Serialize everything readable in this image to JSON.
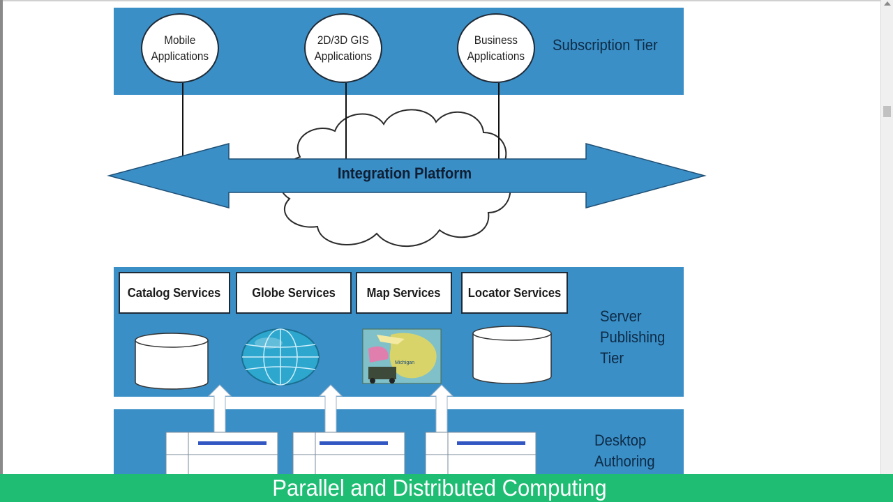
{
  "subscription_tier": {
    "label": "Subscription Tier",
    "apps": [
      "Mobile\nApplications",
      "2D/3D GIS\nApplications",
      "Business\nApplications"
    ]
  },
  "integration": {
    "label": "Integration Platform"
  },
  "server_tier": {
    "label": "Server\nPublishing\nTier",
    "services": [
      "Catalog Services",
      "Globe Services",
      "Map Services",
      "Locator Services"
    ],
    "map_image_text": "Michigan"
  },
  "desktop_tier": {
    "label": "Desktop\nAuthoring"
  },
  "footer": {
    "title": "Parallel and Distributed Computing"
  },
  "colors": {
    "tier_blue": "#3b8fc7",
    "footer_green": "#1fbd74",
    "text_dark": "#0d2b46"
  }
}
